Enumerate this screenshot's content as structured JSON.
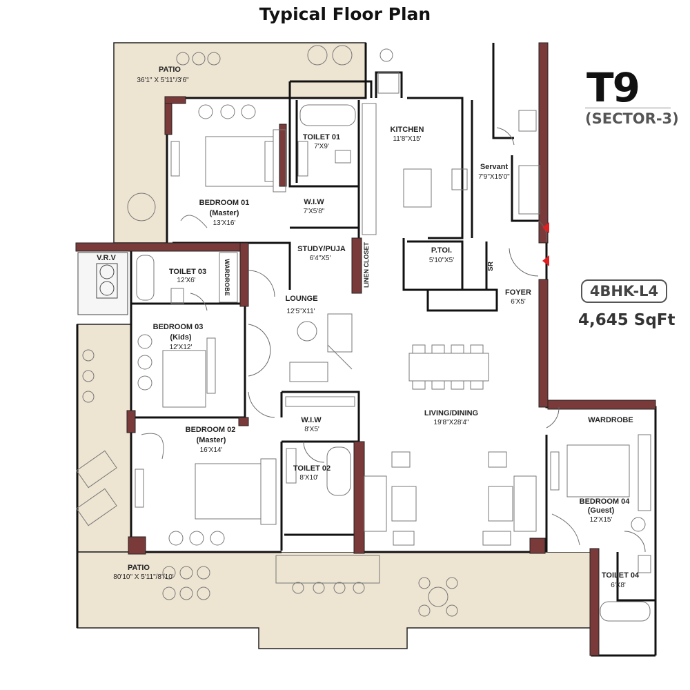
{
  "title": "Typical Floor Plan",
  "unit": {
    "code": "T9",
    "sector": "(SECTOR-3)",
    "config": "4BHK-L4",
    "area": "4,645 SqFt"
  },
  "colors": {
    "terrace": "#eee4d2",
    "wall": "#111111",
    "accent_wall": "#7b3a3a",
    "entry_arrow": "#e02020",
    "floor": "#ffffff"
  },
  "rooms": {
    "patio_top": {
      "name": "PATIO",
      "dim": "36'1\" X 5'11\"/3'6\""
    },
    "bedroom01": {
      "name": "BEDROOM 01",
      "sub": "(Master)",
      "dim": "13'X16'"
    },
    "toilet01": {
      "name": "TOILET 01",
      "dim": "7'X9'"
    },
    "kitchen": {
      "name": "KITCHEN",
      "dim": "11'8\"X15'"
    },
    "servant": {
      "name": "Servant",
      "dim": "7'9\"X15'0\""
    },
    "wiw_top": {
      "name": "W.I.W",
      "dim": "7'X5'8\""
    },
    "study": {
      "name": "STUDY/PUJA",
      "dim": "6'4\"X5'"
    },
    "linen": {
      "name": "LINEN CLOSET"
    },
    "ptoi": {
      "name": "P.TOI.",
      "dim": "5'10\"X5'"
    },
    "sr": {
      "name": "SR"
    },
    "foyer": {
      "name": "FOYER",
      "dim": "6'X5'"
    },
    "vrv": {
      "name": "V.R.V"
    },
    "toilet03": {
      "name": "TOILET 03",
      "dim": "12'X6'"
    },
    "wardrobe_left": {
      "name": "WARDROBE"
    },
    "lounge": {
      "name": "LOUNGE",
      "dim": "12'5\"X11'"
    },
    "bedroom03": {
      "name": "BEDROOM 03",
      "sub": "(Kids)",
      "dim": "12'X12'"
    },
    "living": {
      "name": "LIVING/DINING",
      "dim": "19'8\"X28'4\""
    },
    "wiw_mid": {
      "name": "W.I.W",
      "dim": "8'X5'"
    },
    "bedroom02": {
      "name": "BEDROOM 02",
      "sub": "(Master)",
      "dim": "16'X14'"
    },
    "toilet02": {
      "name": "TOILET 02",
      "dim": "8'X10'"
    },
    "wardrobe_right": {
      "name": "WARDROBE"
    },
    "bedroom04": {
      "name": "BEDROOM 04",
      "sub": "(Guest)",
      "dim": "12'X15'"
    },
    "toilet04": {
      "name": "TOILET 04",
      "dim": "6'X8'"
    },
    "patio_bottom": {
      "name": "PATIO",
      "dim": "80'10\" X 5'11\"/8'/10'"
    }
  }
}
